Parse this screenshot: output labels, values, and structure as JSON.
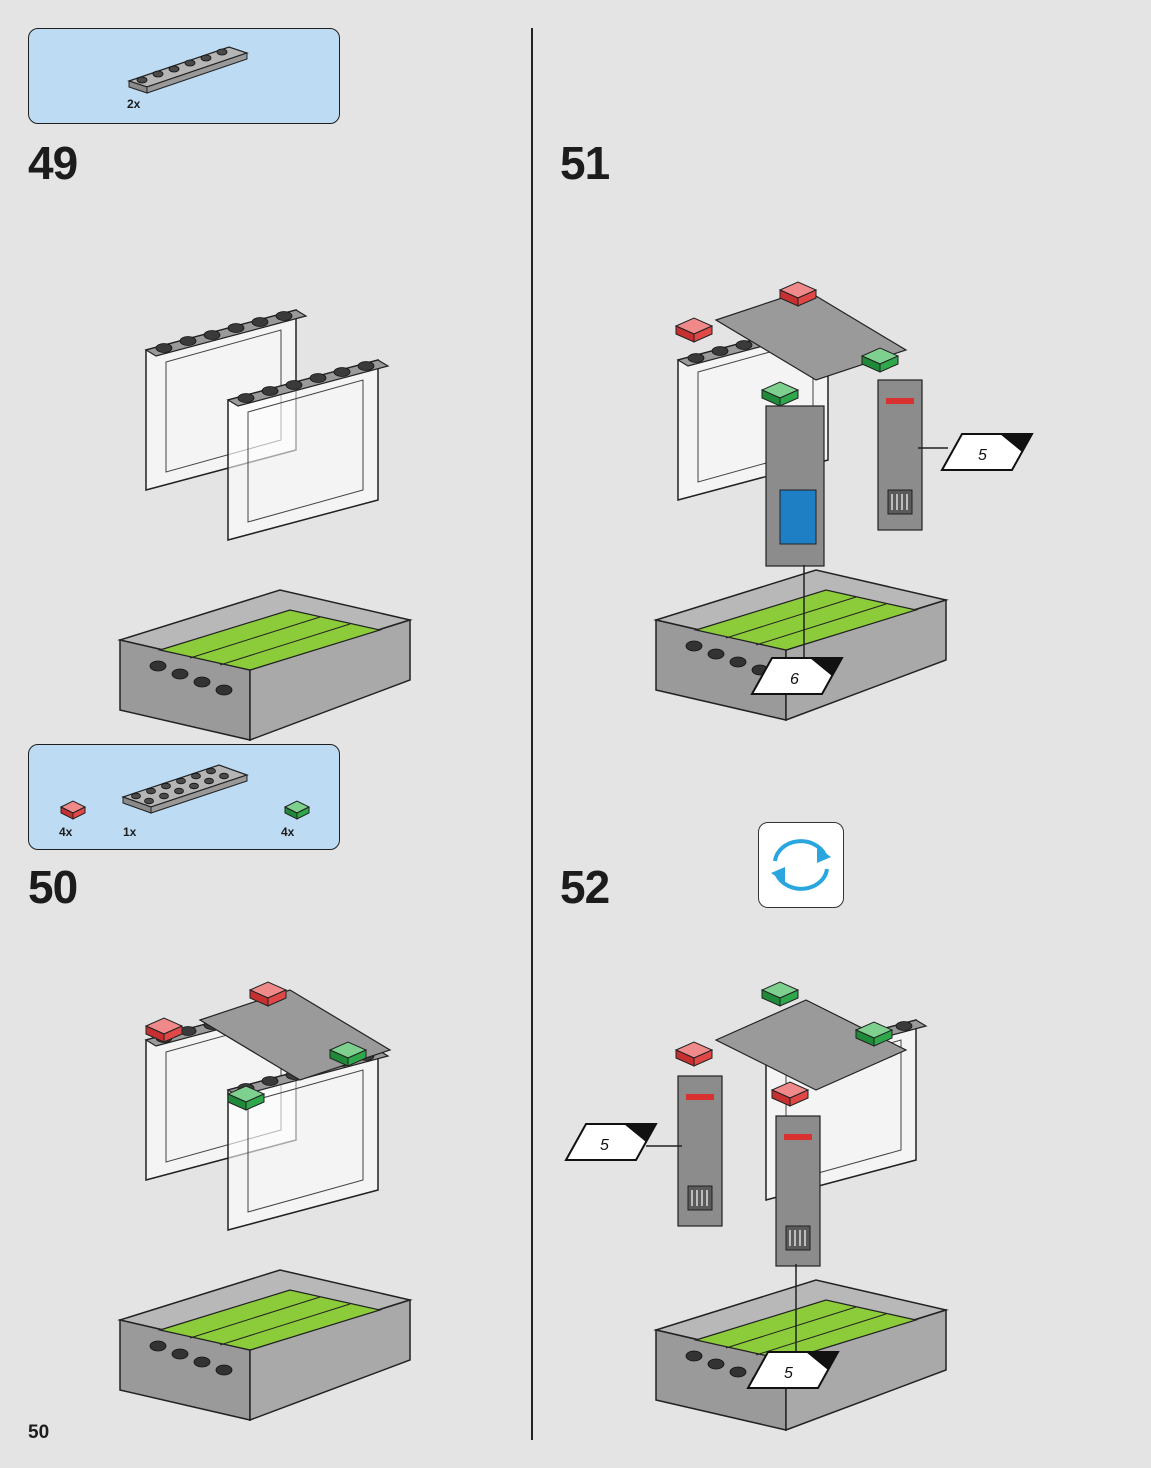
{
  "page_number": "50",
  "steps": [
    {
      "number": "49",
      "parts": [
        {
          "qty": "2x",
          "name": "light-gray-plate-1x6"
        }
      ]
    },
    {
      "number": "50",
      "parts": [
        {
          "qty": "4x",
          "name": "trans-red-tile"
        },
        {
          "qty": "1x",
          "name": "light-gray-plate-2x6"
        },
        {
          "qty": "4x",
          "name": "trans-green-tile"
        }
      ]
    },
    {
      "number": "51",
      "sticker_callouts": [
        "5",
        "6"
      ]
    },
    {
      "number": "52",
      "rotate_icon": "rotate-model-icon",
      "sticker_callouts": [
        "5",
        "5"
      ]
    }
  ],
  "colors": {
    "background": "#e4e4e4",
    "parts_box": "#bddcf4",
    "brick_gray": "#a5a5a5",
    "dark_gray": "#3a3a3a",
    "lime": "#8ccb3a",
    "trans_red": "#e23838",
    "trans_green": "#2ea84a",
    "rotate_blue": "#2aa6df"
  }
}
